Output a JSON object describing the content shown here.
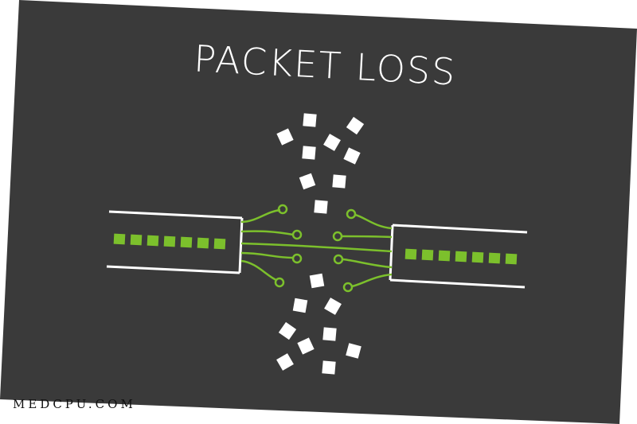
{
  "title": "PACKET LOSS",
  "watermark": "MEDCPU.COM",
  "colors": {
    "background": "#ffffff",
    "card": "#3a3a3a",
    "accent": "#7cc02c",
    "packet": "#ffffff",
    "text": "#ffffff"
  },
  "illustration": {
    "left_connector_leds": 7,
    "right_connector_leds": 7,
    "falling_packets": 19
  }
}
